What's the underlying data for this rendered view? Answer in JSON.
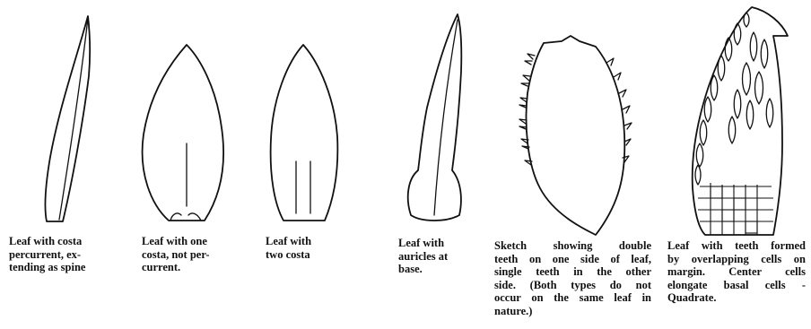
{
  "captions": [
    {
      "id": "spine",
      "lines": [
        "Leaf with costa",
        "percurrent, ex-",
        "tending as spine"
      ]
    },
    {
      "id": "one-costa",
      "lines": [
        "Leaf with one",
        "costa, not per-",
        "current."
      ]
    },
    {
      "id": "two-costa",
      "lines": [
        "Leaf with",
        "two costa"
      ]
    },
    {
      "id": "auricles",
      "lines": [
        "Leaf with",
        "auricles at",
        "base."
      ]
    },
    {
      "id": "teeth-sketch",
      "lines": [
        "Sketch showing double",
        "teeth on one side of leaf,",
        "single teeth in the other",
        "side. (Both types do not",
        "occur on the same leaf in",
        "nature.)"
      ]
    },
    {
      "id": "overlapping-cells",
      "lines": [
        "Leaf with teeth formed",
        "by overlapping cells on",
        "margin. Center cells",
        "elongate basal cells -",
        "Quadrate."
      ]
    }
  ]
}
